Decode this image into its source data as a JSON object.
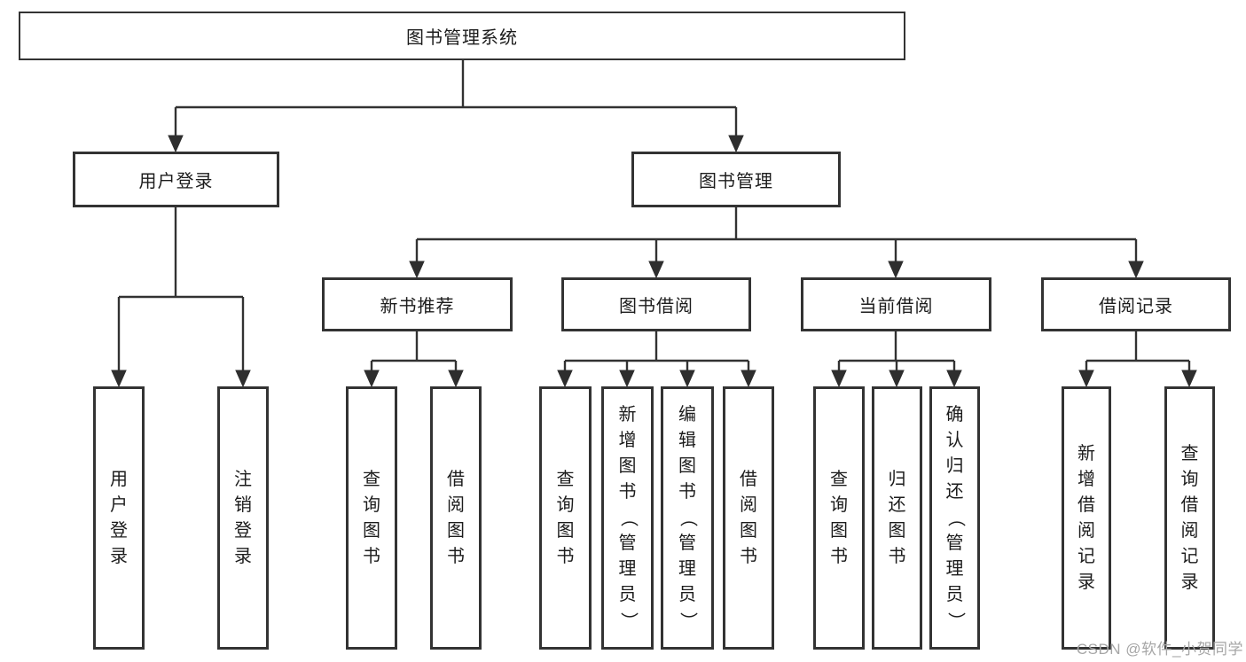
{
  "colors": {
    "background": "#ffffff",
    "line": "#323232",
    "box_border": "#333333",
    "text": "#1c1c1c",
    "watermark": "#a6a6a6"
  },
  "watermark": "CSDN @软件_小贺同学",
  "tree": {
    "root": "图书管理系统",
    "branches": [
      {
        "label": "用户登录",
        "children": [
          "用户登录",
          "注销登录"
        ]
      },
      {
        "label": "图书管理",
        "children": [
          {
            "label": "新书推荐",
            "children": [
              "查询图书",
              "借阅图书"
            ]
          },
          {
            "label": "图书借阅",
            "children": [
              "查询图书",
              "新增图书（管理员）",
              "编辑图书（管理员）",
              "借阅图书"
            ]
          },
          {
            "label": "当前借阅",
            "children": [
              "查询图书",
              "归还图书",
              "确认归还（管理员）"
            ]
          },
          {
            "label": "借阅记录",
            "children": [
              "新增借阅记录",
              "查询借阅记录"
            ]
          }
        ]
      }
    ]
  }
}
